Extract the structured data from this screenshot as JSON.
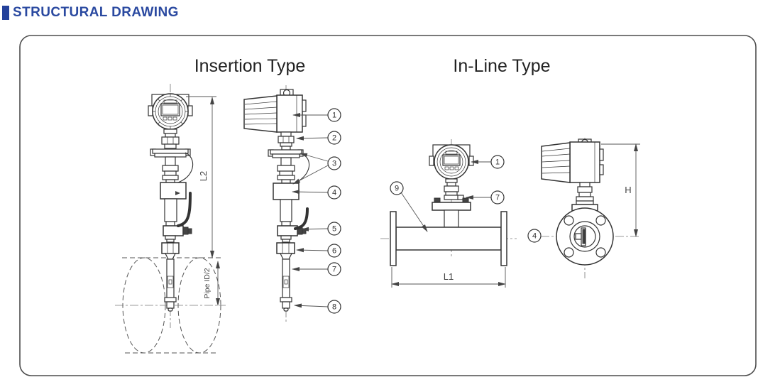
{
  "header": {
    "title": "STRUCTURAL DRAWING"
  },
  "sections": {
    "insertion": {
      "title": "Insertion Type"
    },
    "inline": {
      "title": "In-Line Type"
    }
  },
  "dimensions": {
    "l2": "L2",
    "pipe_half_id": "Pipe ID/2",
    "l1": "L1",
    "h": "H"
  },
  "callouts": {
    "c1": "1",
    "c2": "2",
    "c3": "3",
    "c4": "4",
    "c5": "5",
    "c6": "6",
    "c7": "7",
    "c8": "8",
    "c9": "9"
  },
  "colors": {
    "accent_blue": "#2a49a0",
    "bullet_blue": "#24419b",
    "line": "#333333"
  }
}
